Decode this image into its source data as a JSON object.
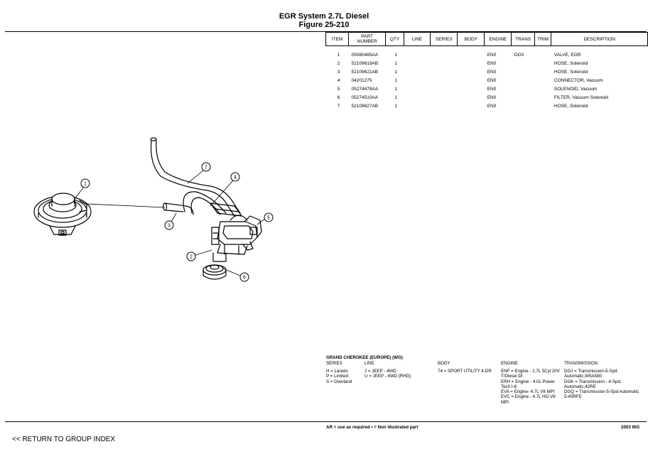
{
  "header": {
    "title": "EGR System 2.7L Diesel",
    "figure": "Figure 25-210"
  },
  "table": {
    "columns": [
      "ITEM",
      "PART NUMBER",
      "QTY",
      "LINE",
      "SERIES",
      "BODY",
      "ENGINE",
      "TRANS",
      "TRIM",
      "DESCRIPTION"
    ],
    "rows": [
      {
        "item": "1",
        "part": "05080465AA",
        "qty": "1",
        "line": "",
        "series": "",
        "body": "",
        "engine": "EN0",
        "trans": "DG0",
        "trim": "",
        "desc": "VALVE, EGR"
      },
      {
        "item": "2",
        "part": "52109619AB",
        "qty": "1",
        "line": "",
        "series": "",
        "body": "",
        "engine": "EN0",
        "trans": "",
        "trim": "",
        "desc": "HOSE, Solenoid"
      },
      {
        "item": "3",
        "part": "52109621AB",
        "qty": "1",
        "line": "",
        "series": "",
        "body": "",
        "engine": "EN0",
        "trans": "",
        "trim": "",
        "desc": "HOSE, Solenoid"
      },
      {
        "item": "4",
        "part": "04201275",
        "qty": "1",
        "line": "",
        "series": "",
        "body": "",
        "engine": "EN0",
        "trans": "",
        "trim": "",
        "desc": "CONNECTOR, Vacuum"
      },
      {
        "item": "5",
        "part": "05274478AA",
        "qty": "1",
        "line": "",
        "series": "",
        "body": "",
        "engine": "EN0",
        "trans": "",
        "trim": "",
        "desc": "SOLENOID, Vacuum"
      },
      {
        "item": "6",
        "part": "05274510AA",
        "qty": "1",
        "line": "",
        "series": "",
        "body": "",
        "engine": "EN0",
        "trans": "",
        "trim": "",
        "desc": "FILTER, Vacuum Solenoid"
      },
      {
        "item": "7",
        "part": "52109627AB",
        "qty": "1",
        "line": "",
        "series": "",
        "body": "",
        "engine": "EN0",
        "trans": "",
        "trim": "",
        "desc": "HOSE, Solenoid"
      }
    ]
  },
  "callouts": [
    "1",
    "2",
    "3",
    "4",
    "5",
    "6",
    "7"
  ],
  "model_info": {
    "title": "GRAND CHEROKEE (EUROPE) (WG)",
    "series_header": "SERIES",
    "series": [
      "H = Laredo",
      "P = Limited",
      "S = Overland"
    ],
    "line_header": "LINE",
    "line": [
      "J = JEEP - 4WD",
      "U = JEEP - 4WD (RHD)"
    ],
    "body_header": "BODY",
    "body": [
      "74 = SPORT UTILITY 4-DR"
    ],
    "engine_header": "ENGINE",
    "engine": [
      "ENF = Engine - 2.7L 5Cyl 20V",
      "T/Diesel DI",
      "ERH = Engine - 4.0L Power",
      "Tech I-6",
      "EVA = Engine- 4.7L V8 MPI",
      "EVC = Engine - 4.7L HO V8",
      "MPI"
    ],
    "trans_header": "TRANSMISSION",
    "trans": [
      "DGJ = Transmission-5-Spd.",
      "Automatic,W5A580",
      "DGK = Transmission - 4-Spd.",
      "Automatic,42RE",
      "DGQ = Transmission-5-Spd Automatic",
      "5-45RFE"
    ]
  },
  "footer": {
    "note": "AR = use as required   • = Non illustrated part",
    "code": "2003  WG",
    "return_link": "<< RETURN TO GROUP INDEX"
  }
}
